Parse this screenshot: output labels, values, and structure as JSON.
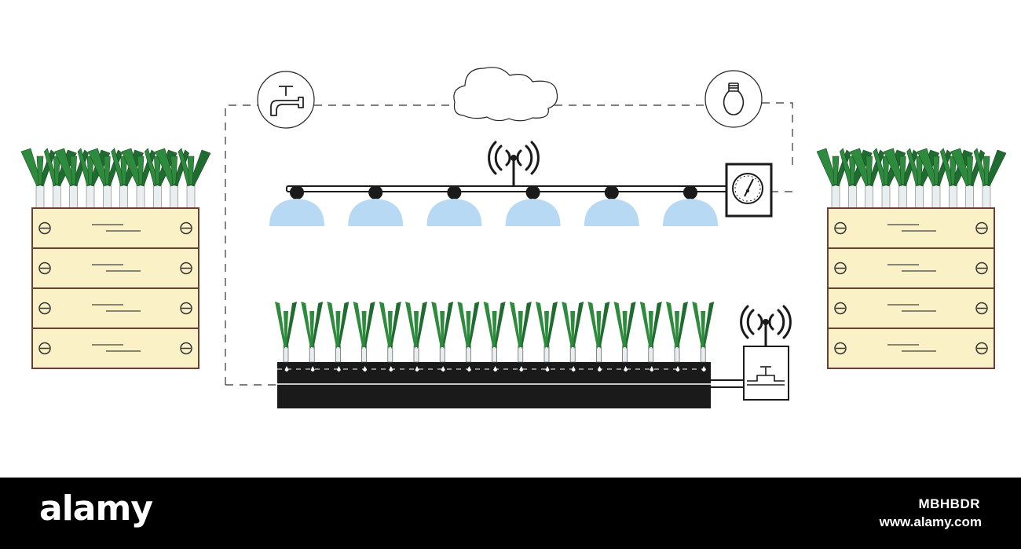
{
  "footer": {
    "brand": "alamy",
    "image_id": "MBHBDR",
    "site_url": "www.alamy.com"
  },
  "colors": {
    "background": "#ffffff",
    "crate_fill": "#fbf1c6",
    "crate_stroke": "#6b3f34",
    "leaf_green": "#2e8b3e",
    "leaf_dark": "#1f6b30",
    "stalk_white": "#e9eef0",
    "lamp_blue": "#b7d9f3",
    "ink": "#1a1a1a",
    "footer_bg": "#000000"
  },
  "icons": [
    "water-tap-icon",
    "cloud-icon",
    "light-bulb-icon",
    "wifi-antenna-icon",
    "gauge-icon",
    "valve-icon"
  ],
  "lamps": {
    "count": 6
  },
  "seedlings": {
    "count": 17
  },
  "crates": {
    "slats": 4
  }
}
